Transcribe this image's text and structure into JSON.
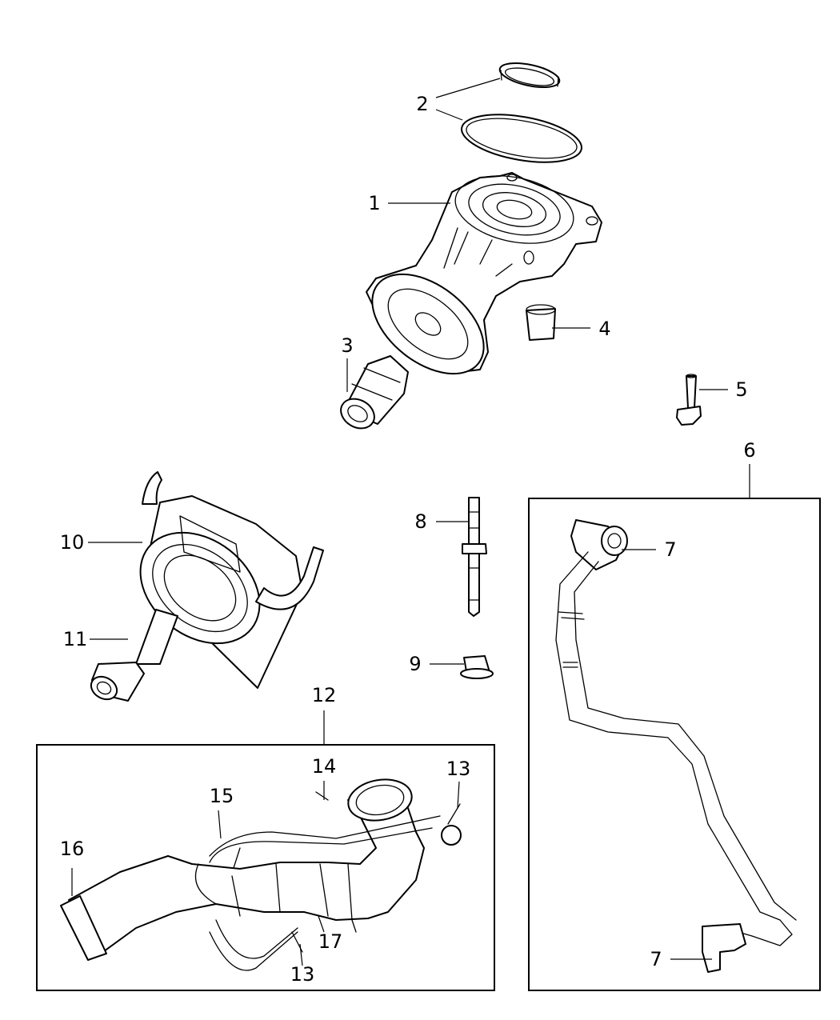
{
  "callouts": {
    "c1": "1",
    "c2": "2",
    "c3": "3",
    "c4": "4",
    "c5": "5",
    "c6": "6",
    "c7a": "7",
    "c7b": "7",
    "c8": "8",
    "c9": "9",
    "c10": "10",
    "c11": "11",
    "c12": "12",
    "c13a": "13",
    "c13b": "13",
    "c14": "14",
    "c15": "15",
    "c16": "16",
    "c17": "17"
  }
}
